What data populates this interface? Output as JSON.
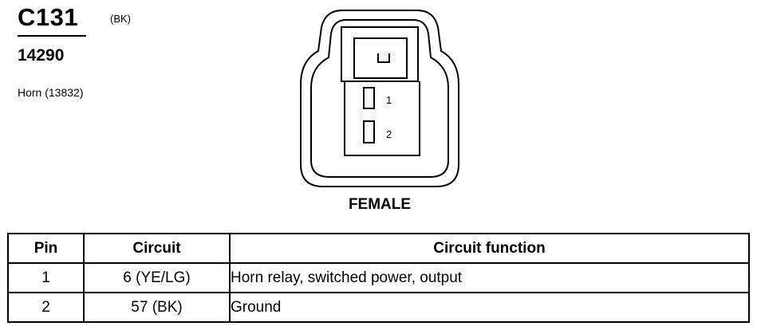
{
  "connector": {
    "id": "C131",
    "color": "(BK)",
    "part_number": "14290",
    "component": "Horn (13832)",
    "gender": "FEMALE",
    "pin_labels": [
      "1",
      "2"
    ]
  },
  "table": {
    "headers": [
      "Pin",
      "Circuit",
      "Circuit function"
    ],
    "rows": [
      {
        "pin": "1",
        "circuit": "6 (YE/LG)",
        "function": "Horn relay, switched power, output"
      },
      {
        "pin": "2",
        "circuit": "57 (BK)",
        "function": "Ground"
      }
    ]
  }
}
